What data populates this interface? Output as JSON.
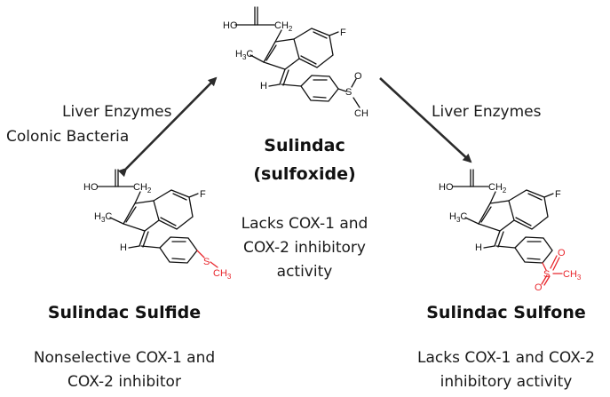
{
  "colors": {
    "ink": "#111111",
    "modified_group": "#e8262c",
    "arrow": "#2b2b2b"
  },
  "compounds": {
    "center": {
      "title_line1": "Sulindac",
      "title_line2": "(sulfoxide)",
      "activity_line1": "Lacks COX-1 and",
      "activity_line2": "COX-2 inhibitory",
      "activity_line3": "activity",
      "atoms": {
        "acid": "HO",
        "ch2": "CH",
        "ch2_sub": "2",
        "f": "F",
        "methyl": "H",
        "methyl_sub": "3",
        "methyl_c": "C",
        "h": "H",
        "s": "S",
        "o": "O",
        "ch3": "CH",
        "ch3_sub": "3"
      }
    },
    "left": {
      "title": "Sulindac Sulfide",
      "activity_line1": "Nonselective COX-1 and",
      "activity_line2": "COX-2 inhibitor",
      "atoms": {
        "acid": "HO",
        "ch2": "CH",
        "ch2_sub": "2",
        "f": "F",
        "methyl": "H",
        "methyl_sub": "3",
        "methyl_c": "C",
        "h": "H",
        "s": "S",
        "ch3": "CH",
        "ch3_sub": "3"
      }
    },
    "right": {
      "title": "Sulindac Sulfone",
      "activity_line1": "Lacks COX-1 and COX-2",
      "activity_line2": "inhibitory activity",
      "atoms": {
        "acid": "HO",
        "ch2": "CH",
        "ch2_sub": "2",
        "f": "F",
        "methyl": "H",
        "methyl_sub": "3",
        "methyl_c": "C",
        "h": "H",
        "s": "S",
        "o1": "O",
        "o2": "O",
        "ch3": "CH",
        "ch3_sub": "3"
      }
    }
  },
  "arrows": {
    "left": {
      "direction": "bidirectional",
      "label_line1": "Liver Enzymes",
      "label_line2": "Colonic Bacteria"
    },
    "right": {
      "direction": "forward",
      "label": "Liver Enzymes"
    }
  }
}
